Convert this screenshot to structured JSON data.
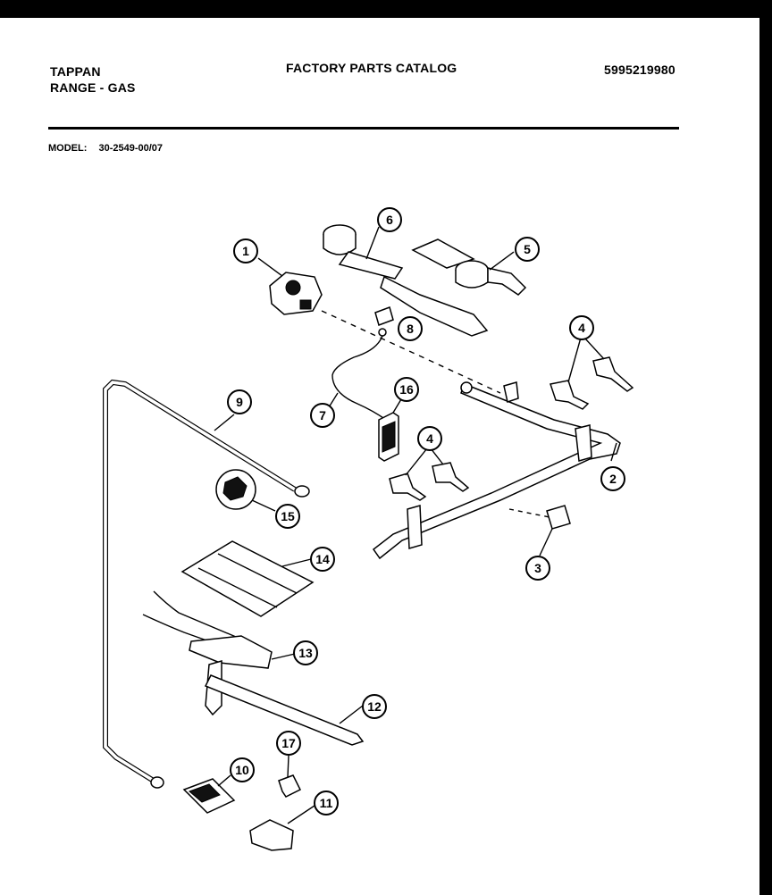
{
  "header": {
    "brand": "TAPPAN",
    "product": "RANGE - GAS",
    "catalog_title": "FACTORY PARTS CATALOG",
    "catalog_number": "5995219980"
  },
  "model": {
    "label": "MODEL:",
    "value": "30-2549-00/07"
  },
  "callouts": [
    "1",
    "2",
    "3",
    "4",
    "4",
    "5",
    "6",
    "7",
    "8",
    "9",
    "10",
    "11",
    "12",
    "13",
    "14",
    "15",
    "16",
    "17"
  ]
}
